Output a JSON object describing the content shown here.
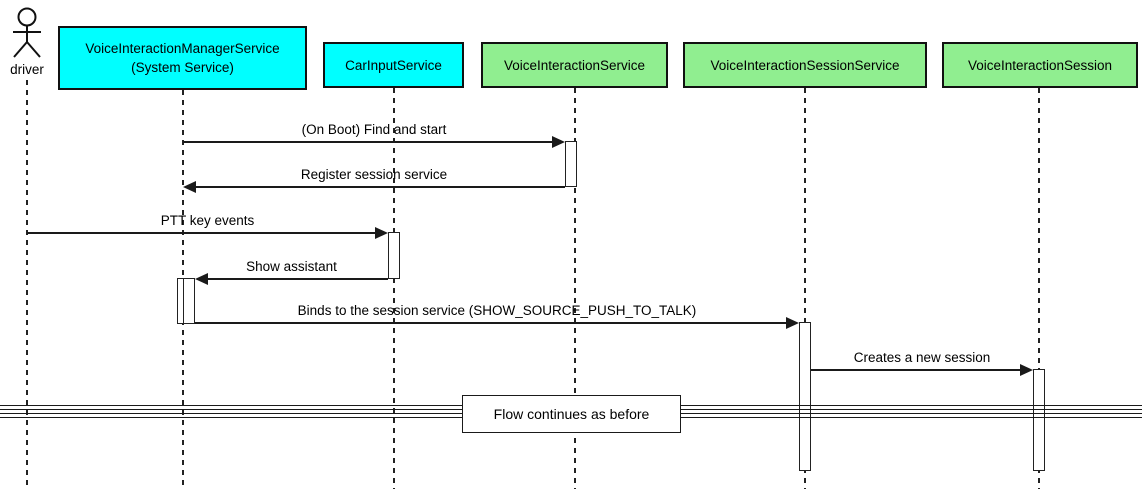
{
  "diagram": {
    "type": "uml-sequence-diagram",
    "actor": {
      "label": "driver"
    },
    "participants": [
      {
        "label": "VoiceInteractionManagerService",
        "sublabel": "(System Service)",
        "color": "#00ffff"
      },
      {
        "label": "CarInputService",
        "color": "#00ffff"
      },
      {
        "label": "VoiceInteractionService",
        "color": "#90ee90"
      },
      {
        "label": "VoiceInteractionSessionService",
        "color": "#90ee90"
      },
      {
        "label": "VoiceInteractionSession",
        "color": "#90ee90"
      }
    ],
    "messages": [
      {
        "label": "(On Boot) Find and start",
        "from": "VoiceInteractionManagerService",
        "to": "VoiceInteractionService",
        "direction": "right"
      },
      {
        "label": "Register session service",
        "from": "VoiceInteractionService",
        "to": "VoiceInteractionManagerService",
        "direction": "left"
      },
      {
        "label": "PTT key events",
        "from": "driver",
        "to": "CarInputService",
        "direction": "right"
      },
      {
        "label": "Show assistant",
        "from": "CarInputService",
        "to": "VoiceInteractionManagerService",
        "direction": "left"
      },
      {
        "label": "Binds to the session service (SHOW_SOURCE_PUSH_TO_TALK)",
        "from": "VoiceInteractionManagerService",
        "to": "VoiceInteractionSessionService",
        "direction": "right"
      },
      {
        "label": "Creates a new session",
        "from": "VoiceInteractionSessionService",
        "to": "VoiceInteractionSession",
        "direction": "right"
      }
    ],
    "divider": {
      "label": "Flow continues as before"
    },
    "colors": {
      "participant_cyan": "#00ffff",
      "participant_green": "#90ee90",
      "line": "#1a1a1a",
      "background": "#ffffff"
    }
  }
}
